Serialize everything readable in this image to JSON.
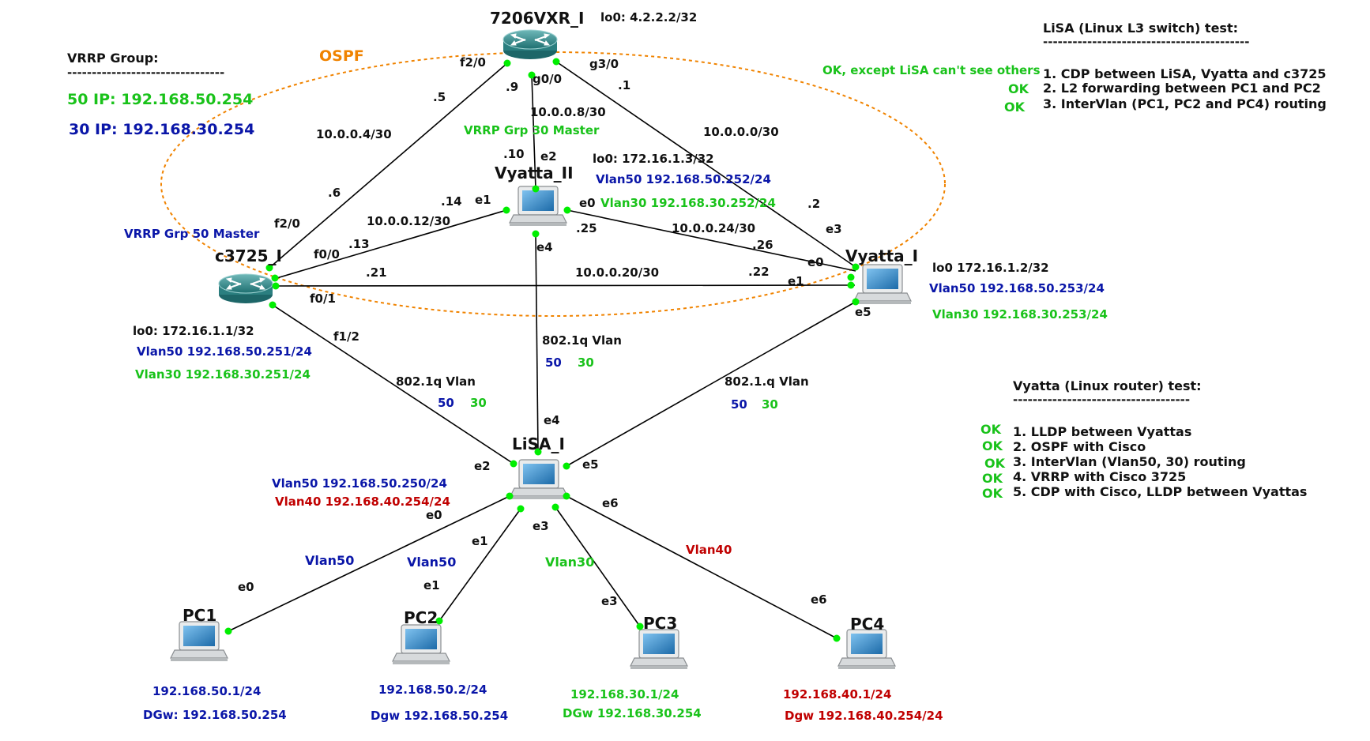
{
  "colors": {
    "black": "#111111",
    "blue": "#0a16a8",
    "green": "#19c21a",
    "red": "#c00000",
    "orange": "#f08300",
    "router": "#2f8a8a",
    "port": "#00ee00"
  },
  "ospf_label": "OSPF",
  "vrrp": {
    "title": "VRRP Group:",
    "rule": "--------------------------------",
    "g50": "50 IP: 192.168.50.254",
    "g30": "30 IP:  192.168.30.254"
  },
  "lisa_test": {
    "title": "LiSA (Linux L3 switch)  test:",
    "rule": "------------------------------------------",
    "note": "OK, except LiSA can't see others",
    "items": [
      "1. CDP between LiSA, Vyatta and c3725",
      "2. L2 forwarding between PC1 and PC2",
      "3. InterVlan (PC1, PC2 and PC4) routing"
    ],
    "ok": [
      "OK",
      "OK"
    ]
  },
  "vyatta_test": {
    "title": "Vyatta (Linux router) test:",
    "rule": "------------------------------------",
    "items": [
      "1. LLDP between Vyattas",
      "2. OSPF with Cisco",
      "3. InterVlan (Vlan50, 30) routing",
      "4. VRRP with Cisco 3725",
      "5. CDP with Cisco, LLDP between Vyattas"
    ],
    "ok": [
      "OK",
      "OK",
      "OK",
      "OK",
      "OK"
    ]
  },
  "devices": {
    "r7206": {
      "name": "7206VXR_I",
      "lo0": "lo0: 4.2.2.2/32"
    },
    "c3725": {
      "name": "c3725_I",
      "vrrp": "VRRP Grp 50 Master",
      "lo0": "lo0: 172.16.1.1/32",
      "vlan50": "Vlan50 192.168.50.251/24",
      "vlan30": "Vlan30 192.168.30.251/24"
    },
    "vyatta2": {
      "name": "Vyatta_II",
      "vrrp": "VRRP Grp 30 Master",
      "lo0": "lo0: 172.16.1.3/32",
      "vlan50": "Vlan50 192.168.50.252/24",
      "vlan30": "Vlan30 192.168.30.252/24"
    },
    "vyatta1": {
      "name": "Vyatta_I",
      "lo0": "lo0 172.16.1.2/32",
      "vlan50": "Vlan50 192.168.50.253/24",
      "vlan30": "Vlan30 192.168.30.253/24"
    },
    "lisa": {
      "name": "LiSA_I",
      "vlan50": "Vlan50 192.168.50.250/24",
      "vlan40": "Vlan40 192.168.40.254/24"
    },
    "pc1": {
      "name": "PC1",
      "ip": "192.168.50.1/24",
      "gw": "DGw: 192.168.50.254"
    },
    "pc2": {
      "name": "PC2",
      "ip": "192.168.50.2/24",
      "gw": "Dgw 192.168.50.254"
    },
    "pc3": {
      "name": "PC3",
      "ip": "192.168.30.1/24",
      "gw": "DGw 192.168.30.254"
    },
    "pc4": {
      "name": "PC4",
      "ip": "192.168.40.1/24",
      "gw": "Dgw 192.168.40.254/24"
    }
  },
  "links": {
    "net_0_4": "10.0.0.4/30",
    "net_0_8": "10.0.0.8/30",
    "net_0_0": "10.0.0.0/30",
    "net_0_12": "10.0.0.12/30",
    "net_0_24": "10.0.0.24/30",
    "net_0_20": "10.0.0.20/30",
    "trunk": "802.1q Vlan",
    "trunk_alt": "802.1.q Vlan",
    "v50": "50",
    "v30": "30",
    "vlan50": "Vlan50",
    "vlan30": "Vlan30",
    "vlan40": "Vlan40"
  },
  "ports": {
    "f2_0": "f2/0",
    "g0_0": "g0/0",
    "g3_0": "g3/0",
    "f0_0": "f0/0",
    "f0_1": "f0/1",
    "f1_2": "f1/2",
    "e0": "e0",
    "e1": "e1",
    "e2": "e2",
    "e3": "e3",
    "e4": "e4",
    "e5": "e5",
    "e6": "e6",
    "h5": ".5",
    "h9": ".9",
    "h1": ".1",
    "h6": ".6",
    "h10": ".10",
    "h2": ".2",
    "h14": ".14",
    "h13": ".13",
    "h25": ".25",
    "h26": ".26",
    "h21": ".21",
    "h22": ".22"
  }
}
